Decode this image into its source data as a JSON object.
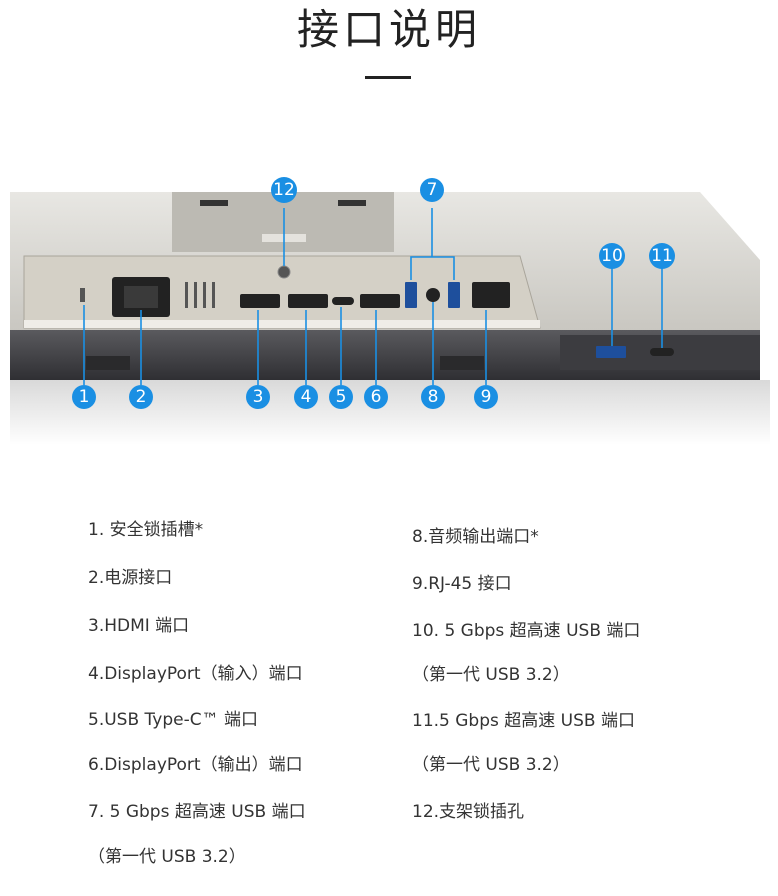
{
  "title": "接口说明",
  "callouts": [
    "1",
    "2",
    "3",
    "4",
    "5",
    "6",
    "7",
    "8",
    "9",
    "10",
    "11",
    "12"
  ],
  "left_list": [
    "1. 安全锁插槽*",
    "2.电源接口",
    "3.HDMI 端口",
    "4.DisplayPort（输入）端口",
    "5.USB Type-C™ 端口",
    "6.DisplayPort（输出）端口",
    "7. 5 Gbps 超高速 USB 端口",
    "（第一代 USB 3.2）"
  ],
  "right_list": [
    "8.音频输出端口*",
    "9.RJ-45 接口",
    "10. 5 Gbps 超高速 USB 端口",
    "（第一代 USB 3.2）",
    "11.5 Gbps 超高速 USB 端口",
    "（第一代 USB 3.2）",
    "12.支架锁插孔"
  ],
  "colors": {
    "callout": "#1a8fe3",
    "panel": "#dad6cc",
    "panel_dark": "#46464a"
  }
}
